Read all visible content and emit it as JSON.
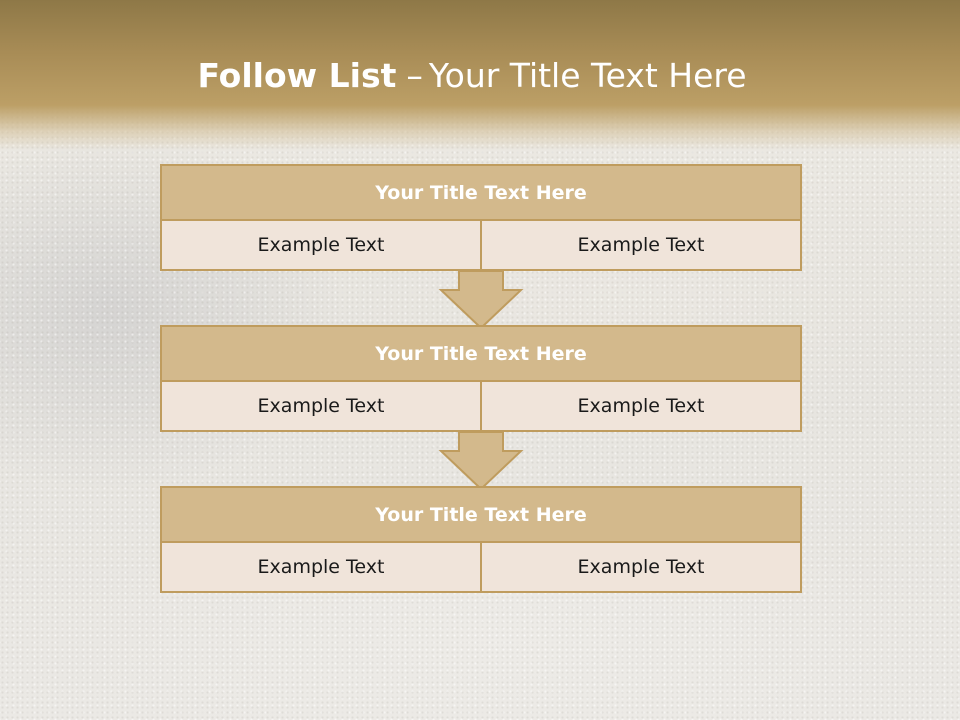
{
  "slide": {
    "title_bold": "Follow List",
    "title_separator": "–",
    "title_rest": "Your Title Text Here"
  },
  "blocks": [
    {
      "title": "Your Title Text Here",
      "left": "Example Text",
      "right": "Example Text"
    },
    {
      "title": "Your Title Text Here",
      "left": "Example Text",
      "right": "Example Text"
    },
    {
      "title": "Your Title Text Here",
      "left": "Example Text",
      "right": "Example Text"
    }
  ],
  "colors": {
    "header_band": "#a88c56",
    "block_title_fill": "#d3b98c",
    "block_border": "#bf9c5e",
    "cell_fill": "#f0e4da",
    "arrow_fill": "#d3b98c"
  }
}
